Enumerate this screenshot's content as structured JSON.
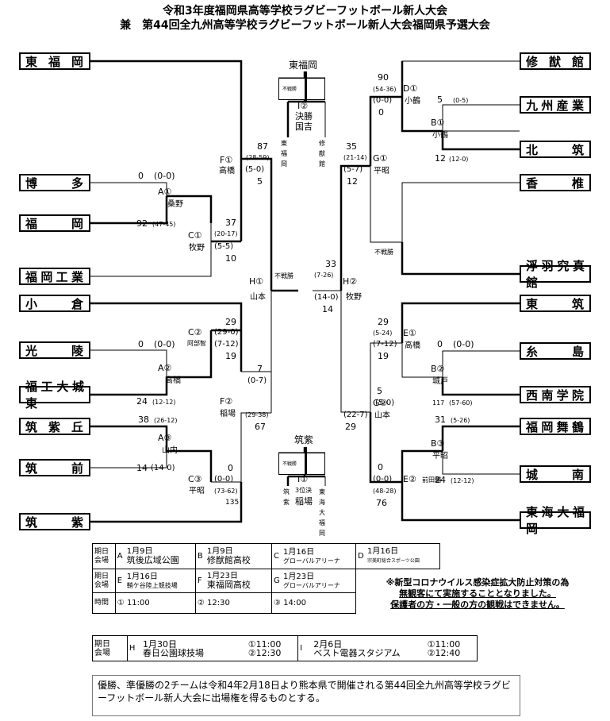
{
  "title": {
    "line1": "令和3年度福岡県高等学校ラグビーフットボール新人大会",
    "line2": "兼　第44回全九州高等学校ラグビーフットボール新人大会福岡県予選大会"
  },
  "teams_left": [
    "東福岡",
    "博多",
    "福岡",
    "福岡工業",
    "小倉",
    "光陵",
    "福工大城東",
    "筑紫丘",
    "筑前",
    "筑紫"
  ],
  "teams_right": [
    "修猷館",
    "九州産業",
    "北筑",
    "香椎",
    "浮羽究真館",
    "東筑",
    "糸島",
    "西南学院",
    "福岡舞鶴",
    "城南",
    "東海大福岡"
  ],
  "left_games": {
    "A1": {
      "code": "A①",
      "ref": "桑野",
      "s_top": "0",
      "s_top_half": "(0-0)",
      "s_bot": "92",
      "s_bot_half": "(47-45)"
    },
    "C1": {
      "code": "C①",
      "ref": "牧野",
      "s_top": "37",
      "s_top_half": "(20-17)",
      "s_bot_half": "(5-5)",
      "s_bot": "10"
    },
    "F1": {
      "code": "F①",
      "ref": "高橋",
      "s_top": "87",
      "s_top_half": "(28-59)",
      "s_bot_half": "(5-0)",
      "s_bot": "5"
    },
    "A2": {
      "code": "A②",
      "ref": "高橋",
      "s_top": "0",
      "s_top_half": "(0-0)",
      "s_bot": "24",
      "s_bot_half": "(12-12)"
    },
    "C2": {
      "code": "C②",
      "ref": "阿部智",
      "s_top": "29",
      "s_top_half": "(29-0)",
      "s_bot_half": "(7-12)",
      "s_bot": "19"
    },
    "F2": {
      "code": "F②",
      "ref": "稲場",
      "s_top": "7",
      "s_top_half": "(0-7)",
      "s_bot_half": "(29-38)",
      "s_bot": "67"
    },
    "A3": {
      "code": "A③",
      "ref": "山内",
      "s_top": "38",
      "s_top_half": "(26-12)",
      "s_bot": "14",
      "s_bot_half": "(14-0)"
    },
    "C3": {
      "code": "C③",
      "ref": "平昭",
      "s_top": "0",
      "s_top_half": "(0-0)",
      "s_bot_half": "(73-62)",
      "s_bot": "135"
    },
    "H1": {
      "code": "H①",
      "ref": "山本",
      "note": "不戦勝"
    }
  },
  "right_games": {
    "D1": {
      "code": "D①",
      "ref": "小鶴",
      "s_top": "90",
      "s_top_half": "(54-36)",
      "s_bot_half": "(0-0)",
      "s_bot": "0"
    },
    "B1": {
      "code": "B①",
      "ref": "小鶴",
      "s_top": "5",
      "s_top_half": "(0-5)",
      "s_bot": "12",
      "s_bot_half": "(12-0)"
    },
    "G1": {
      "code": "G①",
      "ref": "平昭",
      "s_top": "35",
      "s_top_half": "(21-14)",
      "s_bot_half": "(5-7)",
      "s_bot": "12"
    },
    "bye": "不戦勝",
    "E1": {
      "code": "E①",
      "ref": "高橋",
      "s_top": "29",
      "s_top_half": "(5-24)",
      "s_bot_half": "(7-12)",
      "s_bot": "19"
    },
    "B2": {
      "code": "B②",
      "ref": "城戸",
      "s_top": "0",
      "s_top_half": "(0-0)",
      "s_bot": "117",
      "s_bot_half": "(57-60)"
    },
    "G2": {
      "code": "G②",
      "ref": "山本",
      "s_top": "5",
      "s_top_half": "(5-0)",
      "s_bot_half": "(22-7)",
      "s_bot": "29"
    },
    "B3": {
      "code": "B③",
      "ref": "平昭",
      "s_top": "31",
      "s_top_half": "(5-26)",
      "s_bot": "24",
      "s_bot_half": "(12-12)"
    },
    "E2": {
      "code": "E②",
      "ref": "前田輔",
      "s_top": "0",
      "s_top_half": "(0-0)",
      "s_bot_half": "(48-28)",
      "s_bot": "76"
    },
    "H2": {
      "code": "H②",
      "ref": "牧野",
      "s_top": "33",
      "s_top_half": "(7-26)",
      "s_bot_half": "(14-0)",
      "s_bot": "14"
    }
  },
  "final": {
    "winner": "東福岡",
    "fusen": "不戦勝",
    "code": "I②",
    "label": "決勝",
    "ref": "国吉",
    "left": "東福岡",
    "right": "修猷館"
  },
  "third": {
    "winner": "筑紫",
    "fusen": "不戦勝",
    "code": "I①",
    "label": "3位決",
    "ref": "稲場",
    "left": "筑紫",
    "right": "東海大福岡"
  },
  "schedule": {
    "day_label": "期日",
    "venue_label": "会場",
    "time_label": "時間",
    "row1": [
      {
        "key": "A",
        "date": "1月9日",
        "venue": "筑後広域公園"
      },
      {
        "key": "B",
        "date": "1月9日",
        "venue": "修猷館高校"
      },
      {
        "key": "C",
        "date": "1月16日",
        "venue": "グローバルアリーナ"
      },
      {
        "key": "D",
        "date": "1月16日",
        "venue": "宗美町総合スポーツ公園"
      }
    ],
    "row2": [
      {
        "key": "E",
        "date": "1月16日",
        "venue": "鞘ケ谷陸上競技場"
      },
      {
        "key": "F",
        "date": "1月23日",
        "venue": "東福岡高校"
      },
      {
        "key": "G",
        "date": "1月23日",
        "venue": "グローバルアリーナ"
      }
    ],
    "times": [
      "① 11:00",
      "② 12:30",
      "③ 14:00"
    ]
  },
  "notice": {
    "line1": "※新型コロナウイルス感染症拡大防止対策の為",
    "line2": "無観客にて実施することとなりました。",
    "line3": "保護者の方・一般の方の観戦はできません。"
  },
  "schedule2": {
    "day_label": "期日",
    "venue_label": "会場",
    "H": {
      "key": "H",
      "date": "1月30日",
      "venue": "春日公園球技場",
      "t1": "①11:00",
      "t2": "②12:30"
    },
    "I": {
      "key": "I",
      "date": "2月6日",
      "venue": "ベスト電器スタジアム",
      "t1": "①11:00",
      "t2": "②12:40"
    }
  },
  "footer": "優勝、準優勝の2チームは令和4年2月18日より熊本県で開催される第44回全九州高等学校ラグビーフットボール新人大会に出場権を得るものとする。"
}
